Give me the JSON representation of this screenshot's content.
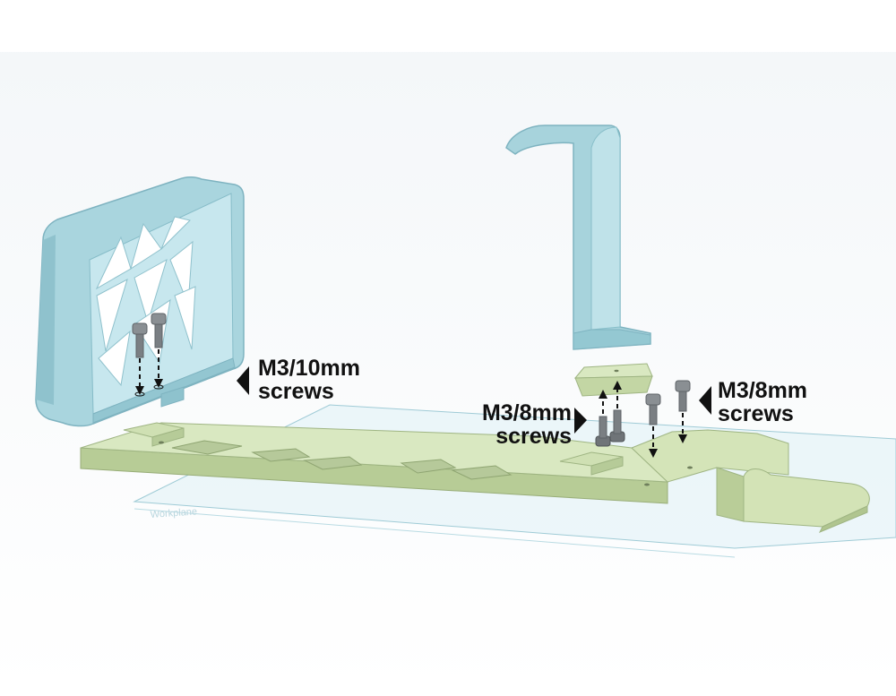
{
  "colors": {
    "background_top": "#f6f8fa",
    "background_bottom": "#ffffff",
    "case_blue": "#a8d4dc",
    "case_blue_dark": "#7fb5c1",
    "base_green": "#d6e6bc",
    "base_green_dark": "#a9bf8c",
    "workplane": "#dceff4",
    "screw_grey": "#6f7478",
    "pointer_black": "#111111"
  },
  "workplane_label": "Workplane",
  "callouts": [
    {
      "lines": [
        "M3/10mm",
        "screws"
      ]
    },
    {
      "lines": [
        "M3/8mm",
        "screws"
      ]
    },
    {
      "lines": [
        "M3/8mm",
        "screws"
      ]
    }
  ],
  "icons": [
    "pointer-triangle-icon",
    "dashed-arrow-icon",
    "screw-icon"
  ]
}
